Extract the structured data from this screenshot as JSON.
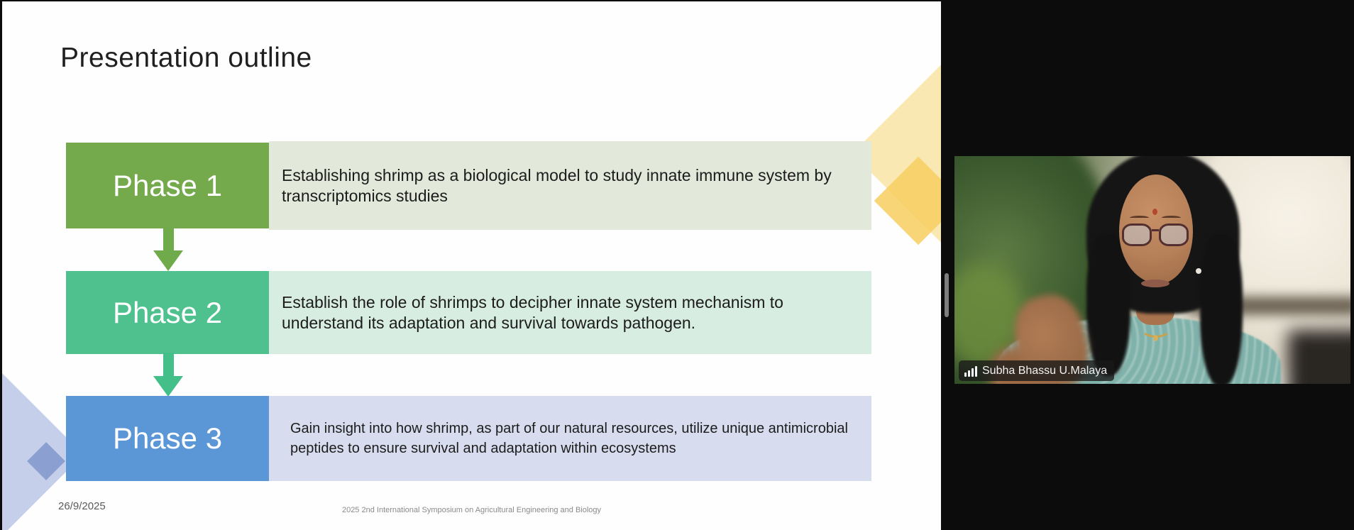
{
  "window": {
    "background_color": "#0c0c0c"
  },
  "slide": {
    "title": "Presentation outline",
    "phases": [
      {
        "label": "Phase 1",
        "description": "Establishing shrimp as a biological model to study innate immune system by transcriptomics studies",
        "box_color": "#74a94c",
        "panel_color": "#e2e8da"
      },
      {
        "label": "Phase 2",
        "description": "Establish the role of shrimps to decipher innate system mechanism to understand its adaptation and survival towards pathogen.",
        "box_color": "#4ec18e",
        "panel_color": "#d8ede2"
      },
      {
        "label": "Phase 3",
        "description": "Gain insight into how shrimp, as part of our natural resources, utilize unique antimicrobial peptides to ensure survival and adaptation within ecosystems",
        "box_color": "#5b96d6",
        "panel_color": "#d7ddef"
      }
    ],
    "arrows": [
      {
        "color": "#6fab4b"
      },
      {
        "color": "#44bf8a"
      }
    ],
    "decorations": {
      "yellow_light": "#f9e2a0",
      "yellow_dark": "#f7ce5f",
      "blue_light": "#c5cfe9",
      "blue_dark": "#8b9fd0"
    },
    "footer": {
      "date": "26/9/2025",
      "conference": "2025 2nd International Symposium on Agricultural Engineering and Biology"
    }
  },
  "video_panel": {
    "participant_name": "Subha Bhassu U.Malaya",
    "signal_icon": "signal-bars-icon",
    "name_tag_background": "rgba(24,24,24,0.78)"
  }
}
